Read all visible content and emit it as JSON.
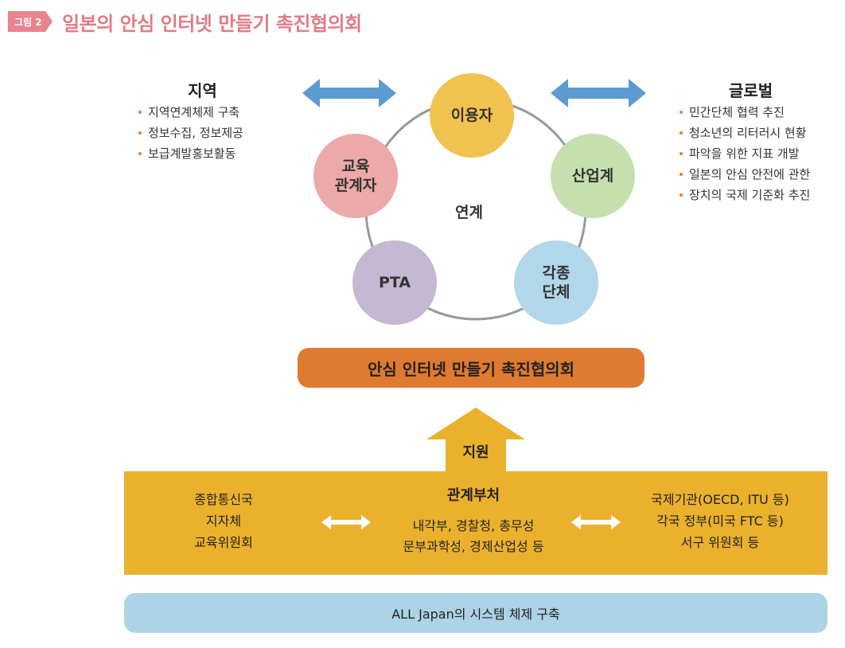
{
  "figure": {
    "tag": "그림 2",
    "title": "일본의 안심 인터넷 만들기 촉진협의회"
  },
  "regional": {
    "heading": "지역",
    "items": [
      "지역연계체제 구축",
      "정보수집, 정보제공",
      "보급계발홍보활동"
    ]
  },
  "global": {
    "heading": "글로벌",
    "items": [
      "민간단체 협력 추진",
      "청소년의 리터러시 현황",
      "파악을 위한 지표 개발",
      "일본의 안심 안전에 관한",
      "장치의 국제 기준화 추진"
    ]
  },
  "cycle": {
    "center": "연계",
    "nodes": {
      "user": "이용자",
      "industry": "산업계",
      "groups": "각종\n단체",
      "pta": "PTA",
      "educators": "교육\n관계자"
    }
  },
  "council": {
    "label": "안심 인터넷 만들기 촉진협의회"
  },
  "support": {
    "label": "지원"
  },
  "organizations": {
    "left": "종합통신국\n지자체\n교육위원회",
    "middle_title": "관계부처",
    "middle": "내각부, 경찰청, 총무성\n문부과학성, 경제산업성 등",
    "right": "국제기관(OECD, ITU 등)\n각국 정부(미국 FTC 등)\n서구 위원회 등"
  },
  "bottom": {
    "label": "ALL Japan의 시스템 체제 구축"
  },
  "colors": {
    "title_pink": "#e07b86",
    "user": "#f0c24f",
    "industry": "#c5dfae",
    "groups": "#b2d6ea",
    "pta": "#c4b8d3",
    "educators": "#eba9a9",
    "council": "#e07a30",
    "org_box": "#ebb12d",
    "bottom_bar": "#acd3e6",
    "double_arrow": "#5b9bd0",
    "bullet": "#e37f3a"
  }
}
